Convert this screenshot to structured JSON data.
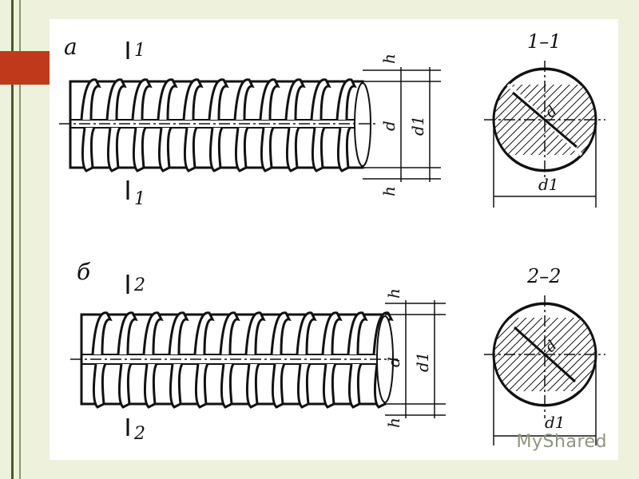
{
  "figure_a": {
    "label": "а",
    "section_mark_top": "1",
    "section_mark_bottom": "1",
    "dim_h_top": "h",
    "dim_d": "d",
    "dim_d1": "d1",
    "dim_h_bottom": "h"
  },
  "section_a": {
    "title": "1–1",
    "dim_d": "d",
    "dim_d1": "d1"
  },
  "figure_b": {
    "label": "б",
    "section_mark_top": "2",
    "section_mark_bottom": "2",
    "dim_h_top": "h",
    "dim_d": "d",
    "dim_d1": "d1",
    "dim_h_bottom": "h"
  },
  "section_b": {
    "title": "2–2",
    "dim_d": "d",
    "dim_d1": "d1"
  },
  "watermark": "MyShared",
  "colors": {
    "ink": "#111111",
    "background": "#eef1dc",
    "accent": "#c0391b"
  }
}
